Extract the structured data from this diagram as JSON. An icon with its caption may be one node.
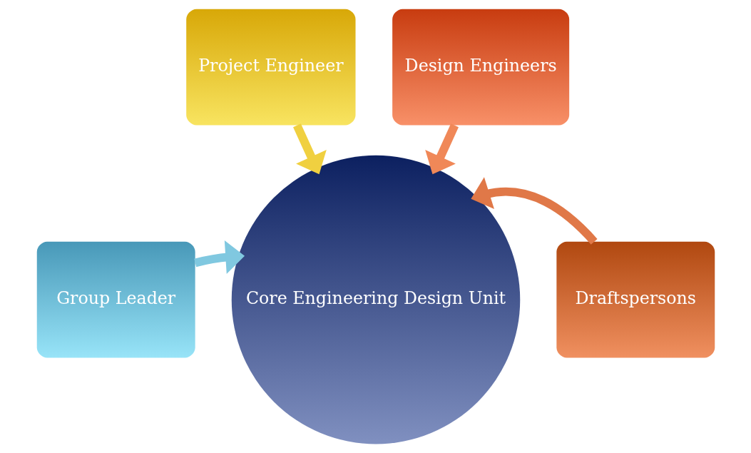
{
  "diagram": {
    "nodes": [
      {
        "text": [
          "Project Engineer"
        ]
      },
      {
        "text": [
          "Design Engineers"
        ]
      },
      {
        "text": [
          "Group Leader"
        ]
      },
      {
        "text": [
          "Draftspersons"
        ]
      },
      {
        "text": [
          "Core Engineering Design Unit"
        ]
      }
    ],
    "edges": [
      {
        "from": 0,
        "to": 4,
        "arrow": "to",
        "color": "#f0d040"
      },
      {
        "from": 1,
        "to": 4,
        "arrow": "to",
        "color": "#f08858"
      },
      {
        "from": 2,
        "to": 4,
        "arrow": "to",
        "color": "#80c8e0"
      },
      {
        "from": 3,
        "to": 4,
        "arrow": "to",
        "color": "#e07848"
      }
    ]
  }
}
